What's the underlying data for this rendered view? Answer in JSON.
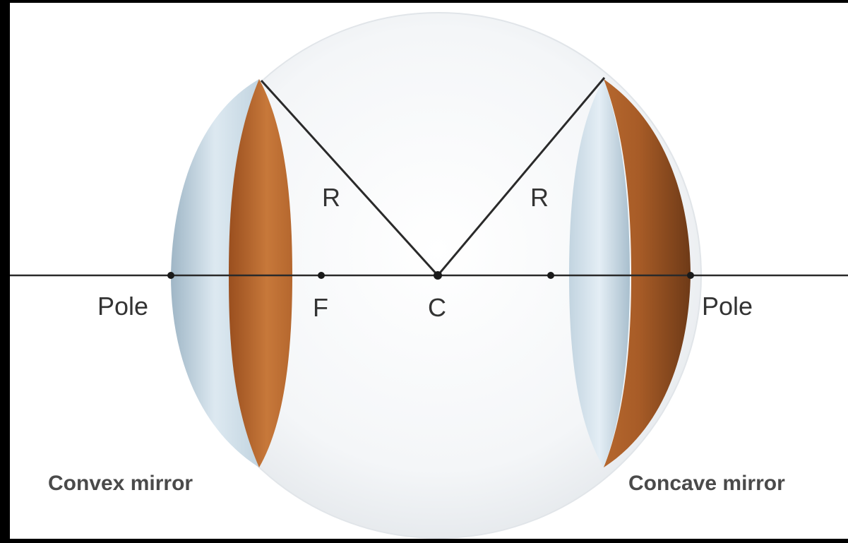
{
  "labels": {
    "radius_left": "R",
    "radius_right": "R",
    "pole_left": "Pole",
    "pole_right": "Pole",
    "focus": "F",
    "centre": "C",
    "convex_caption": "Convex mirror",
    "concave_caption": "Concave mirror"
  },
  "colors": {
    "frame": "#000000",
    "background": "#ffffff",
    "sphere_glass": "#eef1f4",
    "mirror_surface": "#c8dbe8",
    "mirror_back": "#b5672e",
    "line": "#2a2a2a",
    "label": "#333333"
  }
}
